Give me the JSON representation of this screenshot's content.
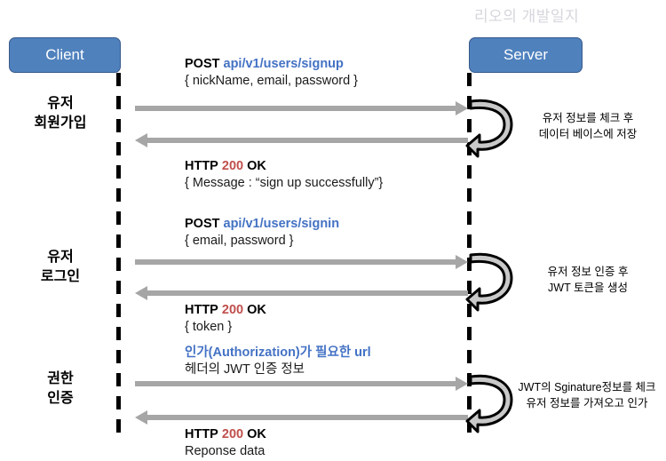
{
  "watermark": "리오의 개발일지",
  "colors": {
    "actor_fill": "#4F81BD",
    "actor_border": "#37598A",
    "arrow_gray": "#A6A6A6",
    "lifeline_black": "#000000",
    "accent_blue": "#4472C4",
    "accent_red": "#C0504D",
    "watermark_gray": "#D6D6DD"
  },
  "actors": {
    "client": "Client",
    "server": "Server"
  },
  "stages": [
    {
      "line1": "유저",
      "line2": "회원가입"
    },
    {
      "line1": "유저",
      "line2": "로그인"
    },
    {
      "line1": "권한",
      "line2": "인증"
    }
  ],
  "messages": [
    {
      "id": "signup-request",
      "direction": "right",
      "method": "POST",
      "endpoint": "api/v1/users/signup",
      "body": "{ nickName, email, password }"
    },
    {
      "id": "signup-response",
      "direction": "left",
      "status_protocol": "HTTP",
      "status_code": "200",
      "status_text": "OK",
      "body": "{ Message : “sign up successfully”}"
    },
    {
      "id": "signin-request",
      "direction": "right",
      "method": "POST",
      "endpoint": "api/v1/users/signin",
      "body": "{ email, password }"
    },
    {
      "id": "signin-response",
      "direction": "left",
      "status_protocol": "HTTP",
      "status_code": "200",
      "status_text": "OK",
      "body": "{ token }"
    },
    {
      "id": "auth-request",
      "direction": "right",
      "headline": "인가(Authorization)가 필요한 url",
      "body": "헤더의 JWT 인증 정보"
    },
    {
      "id": "auth-response",
      "direction": "left",
      "status_protocol": "HTTP",
      "status_code": "200",
      "status_text": "OK",
      "body": "Reponse data"
    }
  ],
  "server_notes": [
    {
      "line1": "유저 정보를 체크 후",
      "line2": "데이터 베이스에 저장"
    },
    {
      "line1": "유저 정보 인증 후",
      "line2": "JWT 토큰을 생성"
    },
    {
      "line1": "JWT의 Sginature정보를 체크",
      "line2": "유저 정보를 가져오고 인가"
    }
  ],
  "icons": {
    "self_loop": "self-loop-arrow-icon"
  }
}
